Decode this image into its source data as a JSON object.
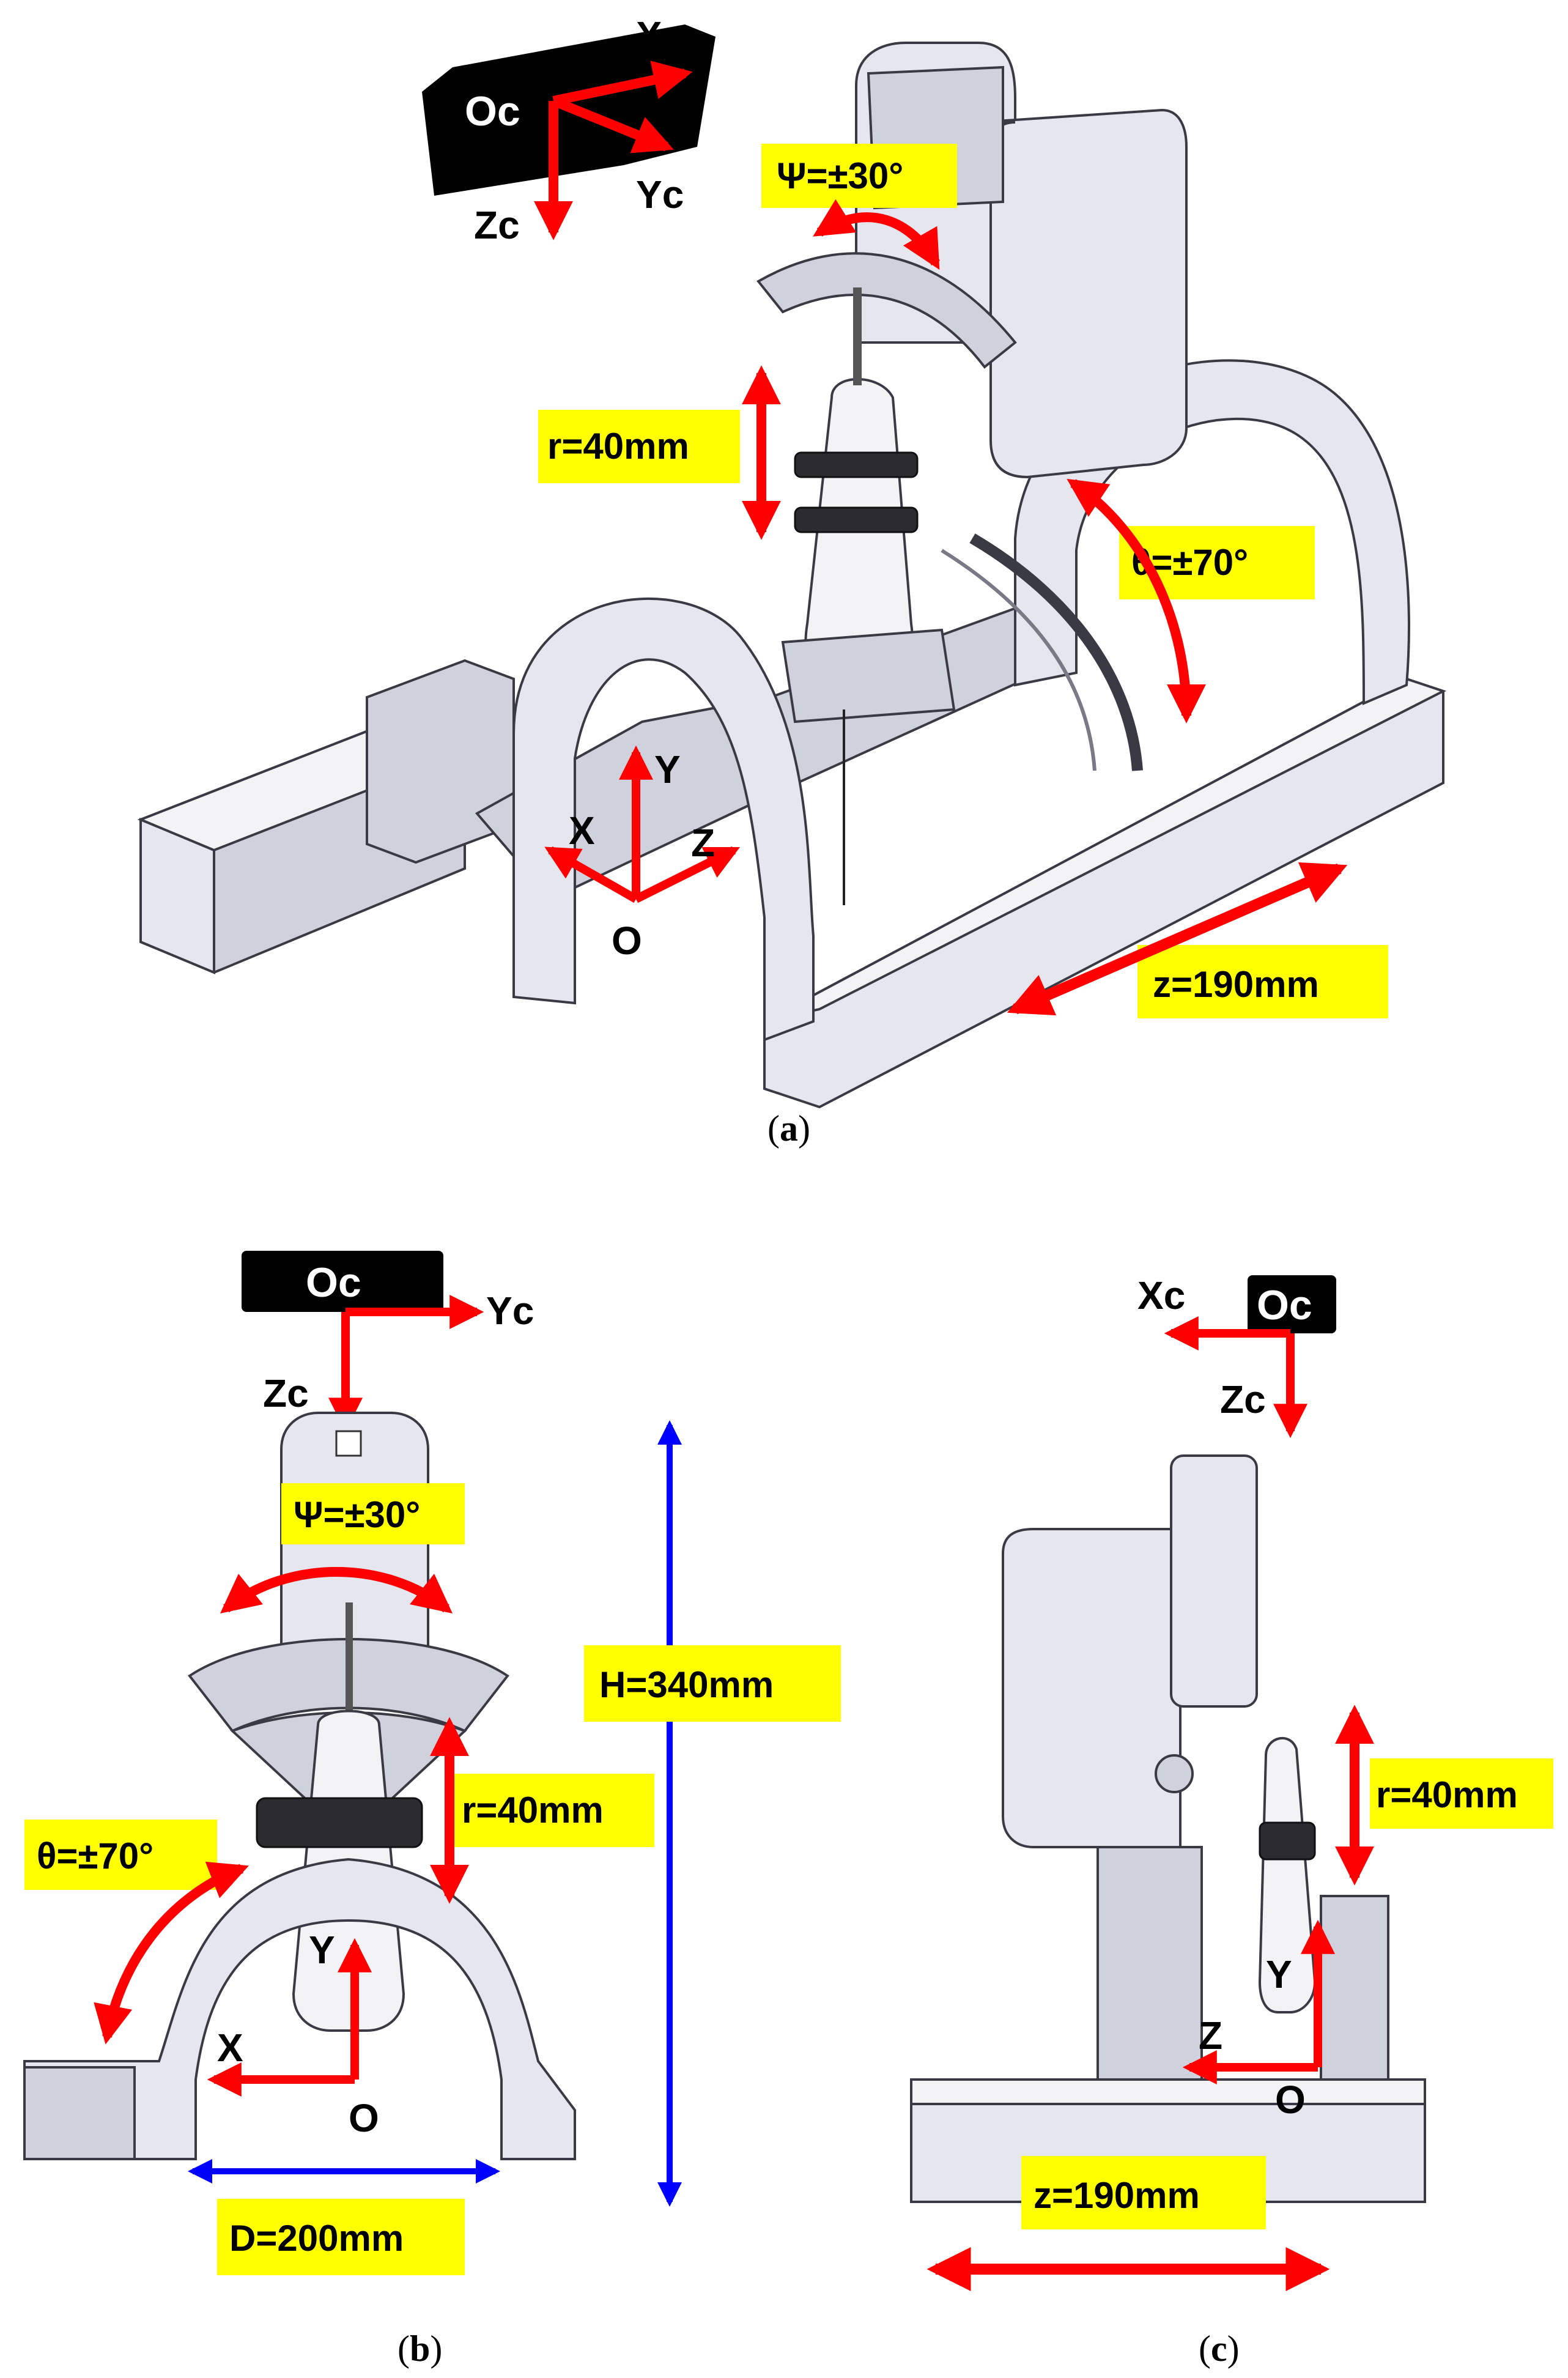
{
  "panels": {
    "a": {
      "caption": "a",
      "labels": {
        "psi": "Ψ=±30°",
        "r": "r=40mm",
        "theta": "θ=±70°",
        "z": "z=190mm"
      },
      "frame": {
        "origin": "O",
        "x": "X",
        "y": "Y",
        "z": "Z"
      },
      "cam_frame": {
        "origin": "Oc",
        "x": "Xc",
        "y": "Yc",
        "z": "Zc"
      }
    },
    "b": {
      "caption": "b",
      "labels": {
        "psi": "Ψ=±30°",
        "r": "r=40mm",
        "theta": "θ=±70°",
        "height": "H=340mm",
        "diameter": "D=200mm"
      },
      "frame": {
        "origin": "O",
        "x": "X",
        "y": "Y"
      },
      "cam_frame": {
        "origin": "Oc",
        "y": "Yc",
        "z": "Zc"
      }
    },
    "c": {
      "caption": "c",
      "labels": {
        "r": "r=40mm",
        "z": "z=190mm"
      },
      "frame": {
        "origin": "O",
        "y": "Y",
        "z": "Z"
      },
      "cam_frame": {
        "origin": "Oc",
        "x": "Xc",
        "z": "Zc"
      }
    }
  },
  "colors": {
    "arrow": "#ff0000",
    "dimension": "#0000ff",
    "label_bg": "#ffff00",
    "frame_box": "#000000",
    "body": "#e6e7ee"
  }
}
